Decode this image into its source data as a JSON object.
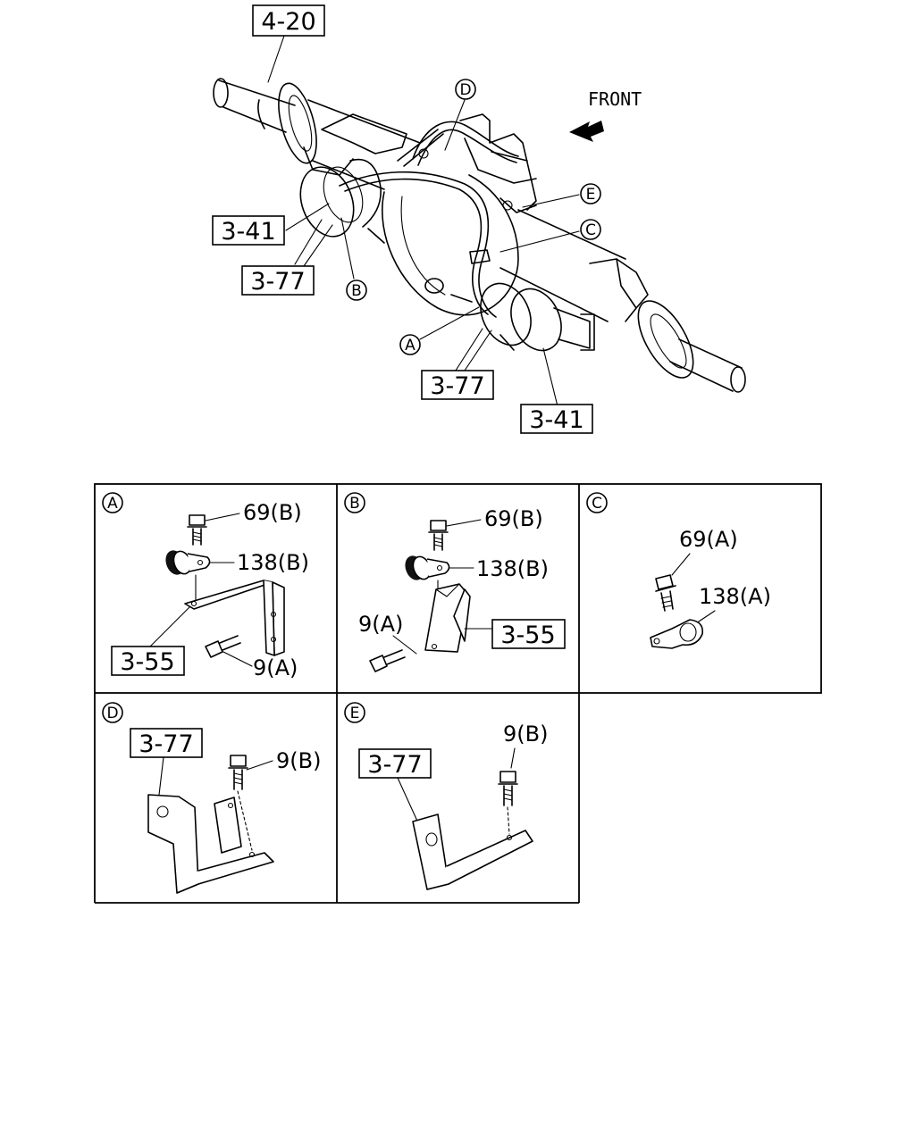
{
  "main_figure": {
    "front_label": "FRONT",
    "ref_boxes": {
      "top": "4-20",
      "left_upper": "3-41",
      "left_lower": "3-77",
      "center_lower": "3-77",
      "bottom_right": "3-41"
    },
    "circle_markers": {
      "d": "D",
      "e": "E",
      "c": "C",
      "b": "B",
      "a": "A"
    }
  },
  "details": {
    "a": {
      "marker": "A",
      "bolt_top": "69(B)",
      "clip": "138(B)",
      "bracket_box": "3-55",
      "bolt_bottom": "9(A)"
    },
    "b": {
      "marker": "B",
      "bolt_top": "69(B)",
      "clip": "138(B)",
      "bolt_left": "9(A)",
      "bracket_box": "3-55"
    },
    "c": {
      "marker": "C",
      "bolt": "69(A)",
      "clip": "138(A)"
    },
    "d": {
      "marker": "D",
      "bracket_box": "3-77",
      "bolt": "9(B)"
    },
    "e": {
      "marker": "E",
      "bracket_box": "3-77",
      "bolt": "9(B)"
    }
  }
}
